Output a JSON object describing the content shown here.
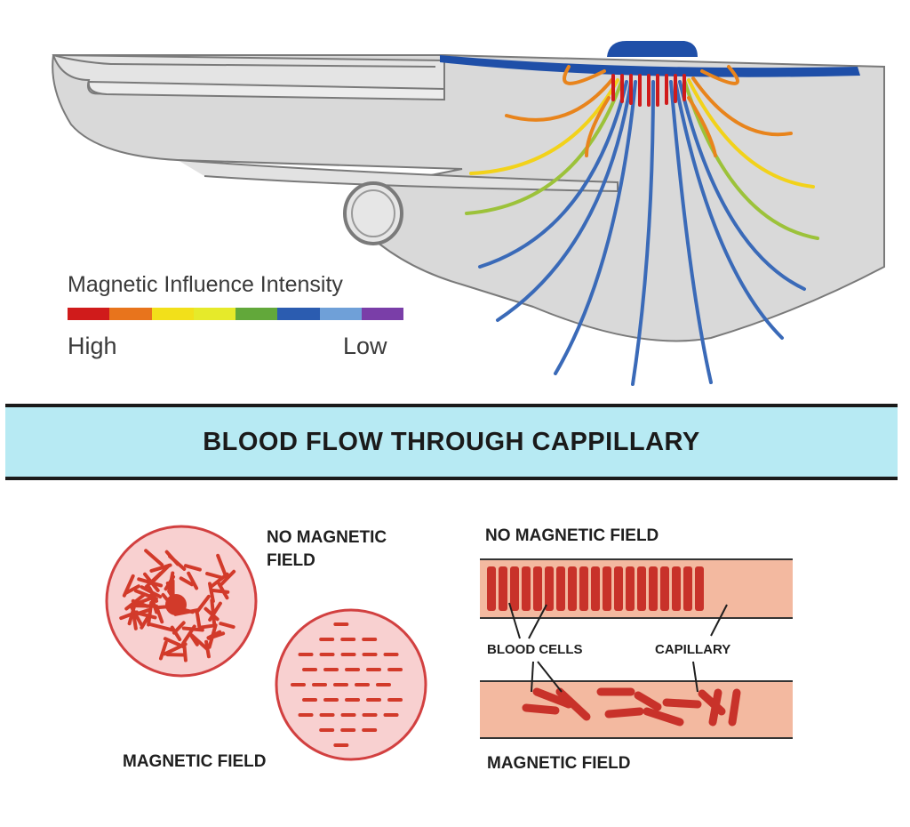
{
  "legend": {
    "title": "Magnetic Influence Intensity",
    "high_label": "High",
    "low_label": "Low",
    "scale_colors": [
      "#d01b1b",
      "#e8741c",
      "#f2e01a",
      "#e6ea2a",
      "#62a83a",
      "#2b5cb0",
      "#6fa0d8",
      "#7a3ea8"
    ]
  },
  "field_line_colors": {
    "high": "#d01b1b",
    "mid_high": "#e8841c",
    "mid": "#f2d21a",
    "mid_low": "#9cc23a",
    "low": "#2b5cb0"
  },
  "banner": {
    "title": "BLOOD FLOW THROUGH CAPPILLARY"
  },
  "cross_sections": {
    "no_field_label_line1": "NO MAGNETIC",
    "no_field_label_line2": "FIELD",
    "field_label": "MAGNETIC FIELD"
  },
  "capillaries": {
    "no_field_label": "NO MAGNETIC FIELD",
    "blood_cells_label": "BLOOD CELLS",
    "capillary_label": "CAPILLARY",
    "field_label": "MAGNETIC FIELD"
  },
  "colors": {
    "skin": "#d9d9d9",
    "outline": "#7a7a7a",
    "magnet": "#1f4fa8",
    "banner_bg": "#b7eaf3",
    "vessel_fill": "#f3b9a0",
    "cell": "#d23a2a",
    "circle_fill": "#f8d0d0",
    "circle_stroke": "#d24040"
  }
}
